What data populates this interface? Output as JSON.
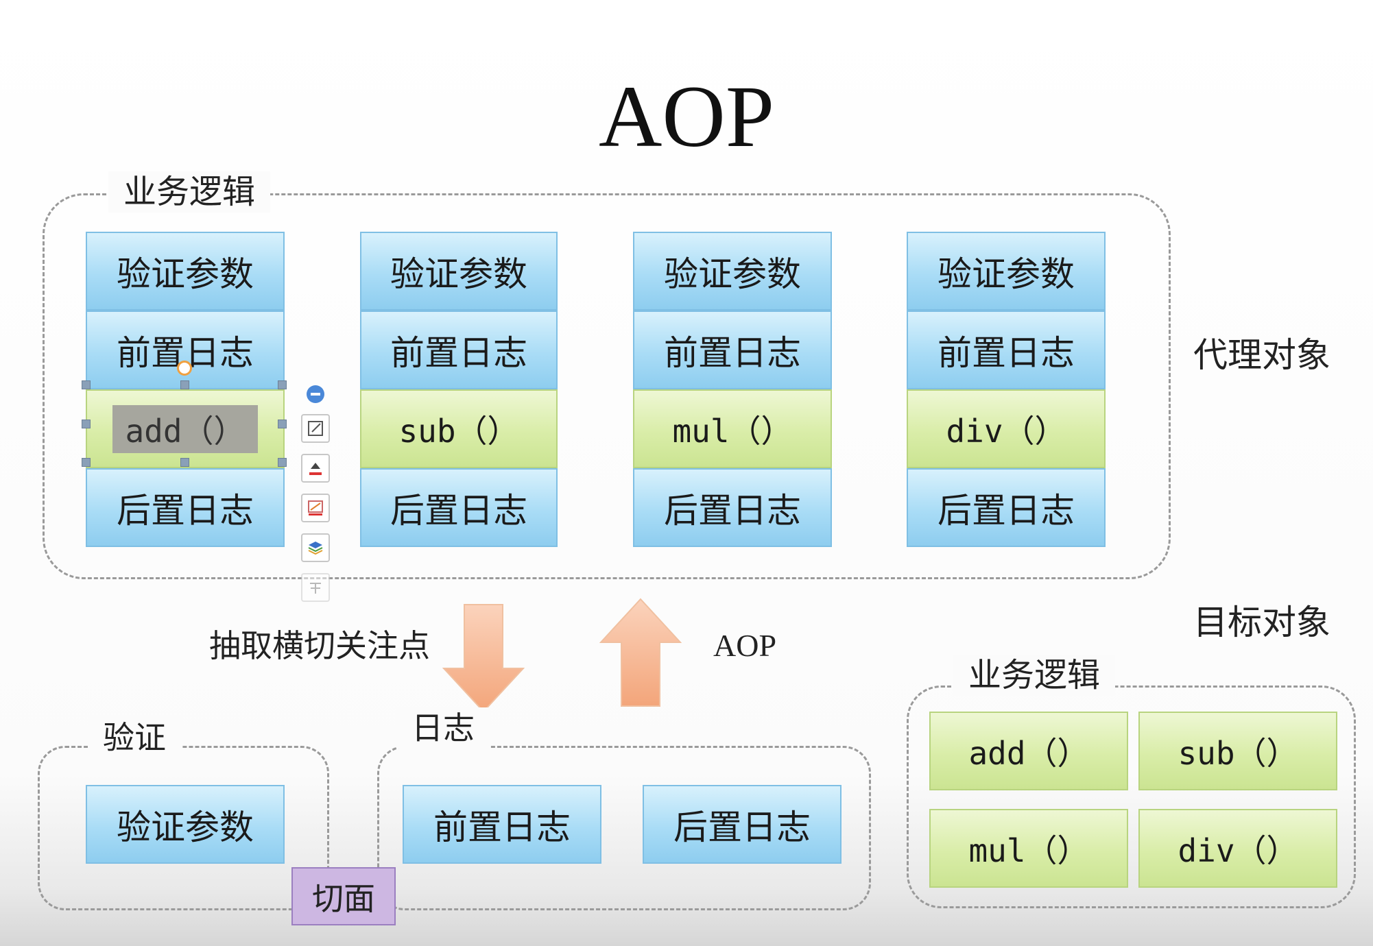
{
  "title": "AOP",
  "proxy": {
    "group_label": "业务逻辑",
    "side_label": "代理对象",
    "columns": [
      {
        "verify": "验证参数",
        "before_log": "前置日志",
        "method": "add（）",
        "after_log": "后置日志"
      },
      {
        "verify": "验证参数",
        "before_log": "前置日志",
        "method": "sub（）",
        "after_log": "后置日志"
      },
      {
        "verify": "验证参数",
        "before_log": "前置日志",
        "method": "mul（）",
        "after_log": "后置日志"
      },
      {
        "verify": "验证参数",
        "before_log": "前置日志",
        "method": "div（）",
        "after_log": "后置日志"
      }
    ]
  },
  "arrows": {
    "extract_label": "抽取横切关注点",
    "aop_label": "AOP",
    "down_color": "#f6b48f",
    "up_color": "#f6b48f"
  },
  "verify_group": {
    "label": "验证",
    "box": "验证参数"
  },
  "log_group": {
    "label": "日志",
    "before": "前置日志",
    "after": "后置日志"
  },
  "aspect_label": "切面",
  "target": {
    "side_label": "目标对象",
    "group_label": "业务逻辑",
    "methods": [
      "add（）",
      "sub（）",
      "mul（）",
      "div（）"
    ]
  },
  "editor_toolbar": {
    "icons": [
      "minus-circle-icon",
      "edit-shape-icon",
      "fill-color-icon",
      "line-color-icon",
      "layers-icon",
      "text-icon"
    ]
  },
  "colors": {
    "blue_box": "#a9dcf6",
    "green_box": "#d9eda8",
    "aspect": "#cdb7e2",
    "dashed_border": "#9a9a9a"
  }
}
